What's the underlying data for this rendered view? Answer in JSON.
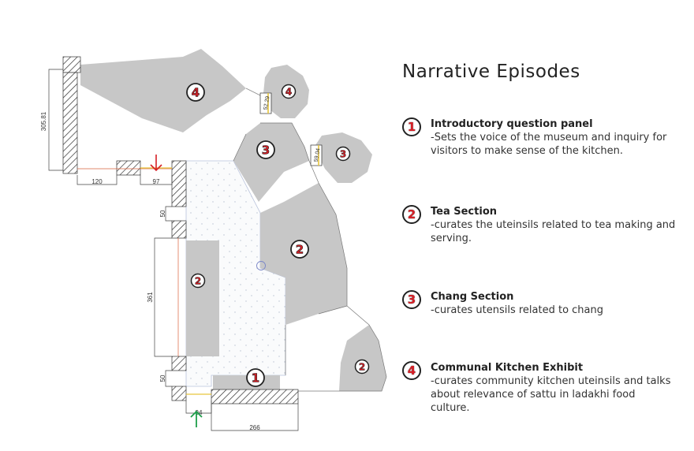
{
  "panel": {
    "title": "Narrative Episodes",
    "episodes": [
      {
        "num": "1",
        "title": "Introductory question panel",
        "desc": "-Sets the voice of the museum and inquiry for visitors to make sense of the kitchen."
      },
      {
        "num": "2",
        "title": "Tea Section",
        "desc": "-curates the uteinsils related to tea making and serving."
      },
      {
        "num": "3",
        "title": "Chang Section",
        "desc": "-curates utensils related to chang"
      },
      {
        "num": "4",
        "title": "Communal Kitchen Exhibit",
        "desc": "-curates community kitchen uteinsils and talks about relevance of sattu in ladakhi food culture."
      }
    ]
  },
  "plan": {
    "dimensions": {
      "d305": "305.81",
      "d120": "120",
      "d97": "97",
      "d50a": "50",
      "d361": "361",
      "d50b": "50",
      "d94": "94",
      "d266": "266",
      "d52": "52.29",
      "d59": "59.04"
    },
    "markers": {
      "m4a": "4",
      "m4b": "4",
      "m3a": "3",
      "m3b": "3",
      "m2a": "2",
      "m2b": "2",
      "m2c": "2",
      "m1": "1"
    },
    "colors": {
      "zone": "#c7c7c7",
      "marker_number": "#d61f26",
      "entry_arrow": "#1e9e4a",
      "exit_arrow": "#d61f26",
      "dim_line": "#444444"
    },
    "icons": {
      "entry": "arrow-up-icon",
      "exit": "arrow-down-icon"
    }
  }
}
